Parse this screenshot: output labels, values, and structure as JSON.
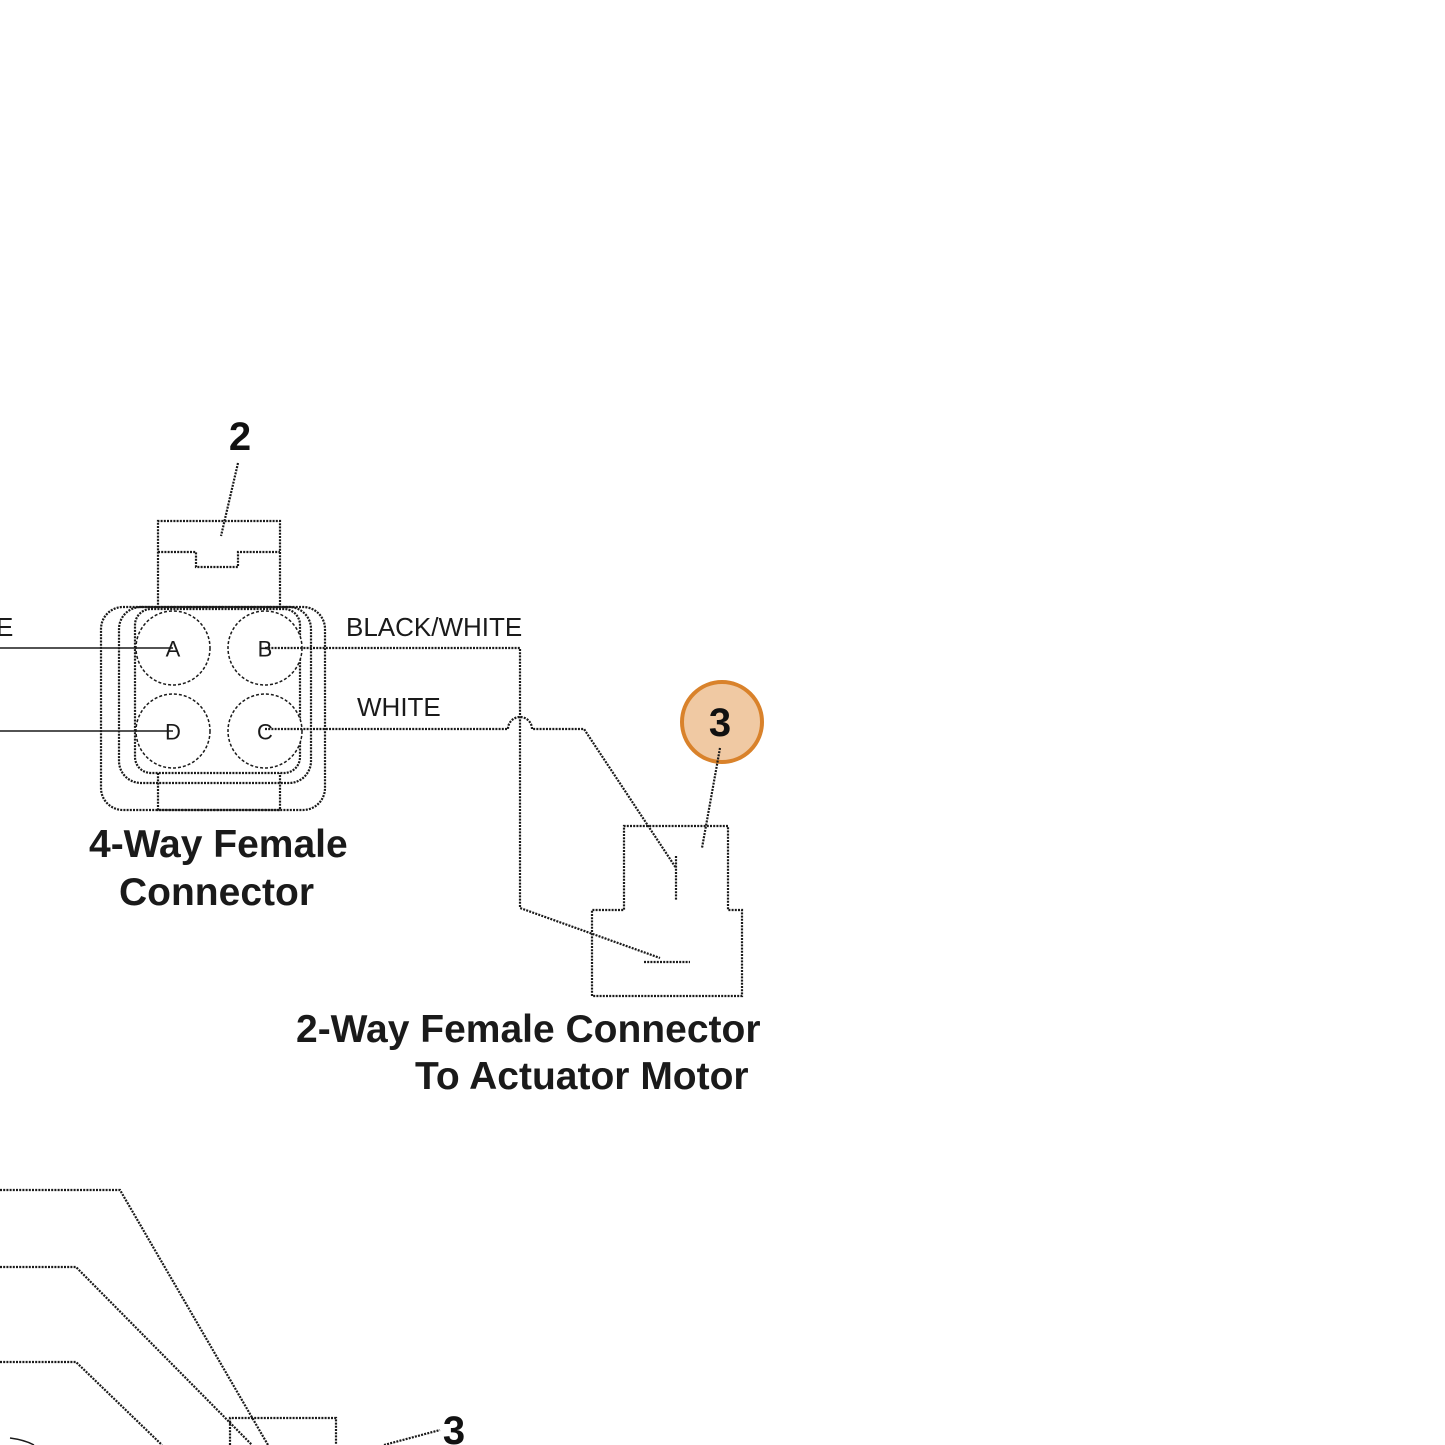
{
  "connector_4way": {
    "callout": "2",
    "caption_line1": "4-Way Female",
    "caption_line2": "Connector",
    "pins": [
      "A",
      "B",
      "C",
      "D"
    ]
  },
  "wires": {
    "left_partial": "E",
    "pin_b_wire": "BLACK/WHITE",
    "pin_c_wire": "WHITE"
  },
  "connector_2way": {
    "callout": "3",
    "caption_line1": "2-Way Female Connector",
    "caption_line2": "To Actuator Motor"
  },
  "bottom_callout": "3",
  "colors": {
    "highlight_fill": "#f0c9a3",
    "highlight_stroke": "#d9822b"
  }
}
